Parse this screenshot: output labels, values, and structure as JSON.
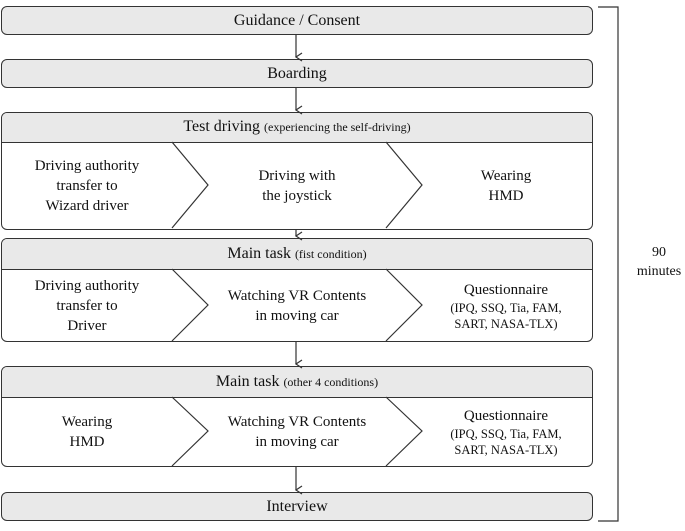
{
  "steps": {
    "guidance": "Guidance / Consent",
    "boarding": "Boarding",
    "test_driving": {
      "title": "Test driving",
      "subtitle": "(experiencing the self-driving)",
      "cells": [
        "Driving authority\ntransfer to\nWizard driver",
        "Driving with\nthe joystick",
        "Wearing\nHMD"
      ]
    },
    "main_task_1": {
      "title": "Main task",
      "subtitle": "(fist condition)",
      "cells": [
        "Driving authority\ntransfer to\nDriver",
        "Watching VR Contents\nin moving car"
      ],
      "questionnaire_title": "Questionnaire",
      "questionnaire_items": "(IPQ, SSQ, Tia, FAM,\nSART, NASA-TLX)"
    },
    "main_task_2": {
      "title": "Main task",
      "subtitle": "(other 4 conditions)",
      "cells": [
        "Wearing\nHMD",
        "Watching VR Contents\nin moving car"
      ],
      "questionnaire_title": "Questionnaire",
      "questionnaire_items": "(IPQ, SSQ, Tia, FAM,\nSART, NASA-TLX)"
    },
    "interview": "Interview"
  },
  "duration": "90\nminutes"
}
